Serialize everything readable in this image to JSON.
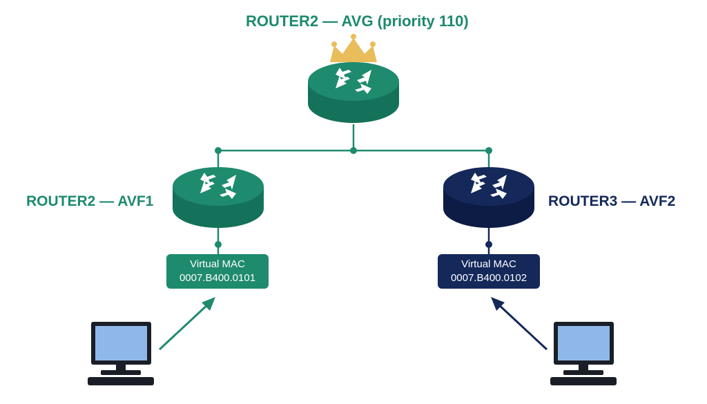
{
  "avg": {
    "label": "ROUTER2 — AVG (priority 110)",
    "icon": "crown-icon"
  },
  "avf1": {
    "label": "ROUTER2 — AVF1",
    "mac_title": "Virtual MAC",
    "mac_address": "0007.B400.0101"
  },
  "avf2": {
    "label": "ROUTER3 — AVF2",
    "mac_title": "Virtual MAC",
    "mac_address": "0007.B400.0102"
  },
  "colors": {
    "green": "#1e8a6e",
    "green_dark": "#14715a",
    "navy": "#14285a",
    "navy_dark": "#0c1c44",
    "gold": "#e9bd5a",
    "screen": "#8fb8e8",
    "computer": "#1a1e26"
  }
}
